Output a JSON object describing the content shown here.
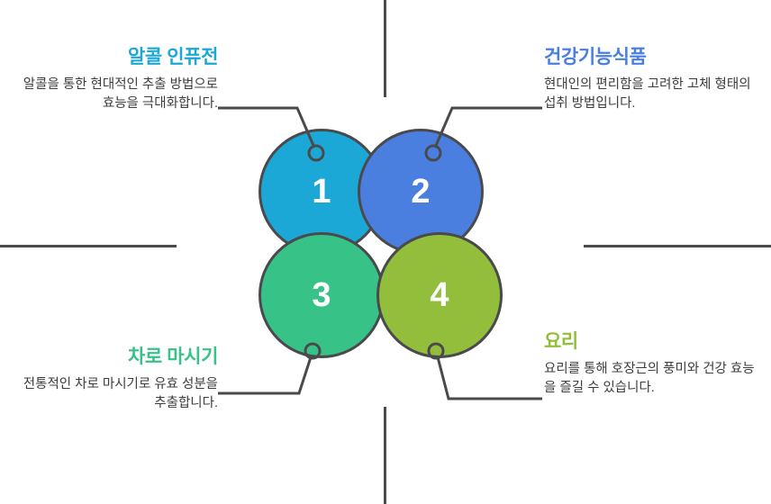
{
  "diagram": {
    "type": "four-circle-venn-callout",
    "colors": {
      "cyan": "#1CA8D6",
      "blue": "#4A7FE0",
      "green": "#37C287",
      "olive": "#92BE3C",
      "outline": "#4a4a4d",
      "body_text": "#3d3d3d"
    },
    "circles": [
      {
        "number": "1",
        "color": "#1CA8D6"
      },
      {
        "number": "2",
        "color": "#4A7FE0"
      },
      {
        "number": "3",
        "color": "#37C287"
      },
      {
        "number": "4",
        "color": "#92BE3C"
      }
    ],
    "callouts": [
      {
        "position": "top-left",
        "title": "알콜 인퓨전",
        "title_color": "#1CA8D6",
        "body": "알콜을 통한 현대적인 추출 방법으로 효능을 극대화합니다."
      },
      {
        "position": "top-right",
        "title": "건강기능식품",
        "title_color": "#4A7FE0",
        "body": "현대인의 편리함을 고려한 고체 형태의 섭취 방법입니다."
      },
      {
        "position": "bottom-left",
        "title": "차로 마시기",
        "title_color": "#37C287",
        "body": "전통적인 차로 마시기로 유효 성분을 추출합니다."
      },
      {
        "position": "bottom-right",
        "title": "요리",
        "title_color": "#92BE3C",
        "body": "요리를 통해 호장근의 풍미와 건강 효능을 즐길 수 있습니다."
      }
    ]
  }
}
